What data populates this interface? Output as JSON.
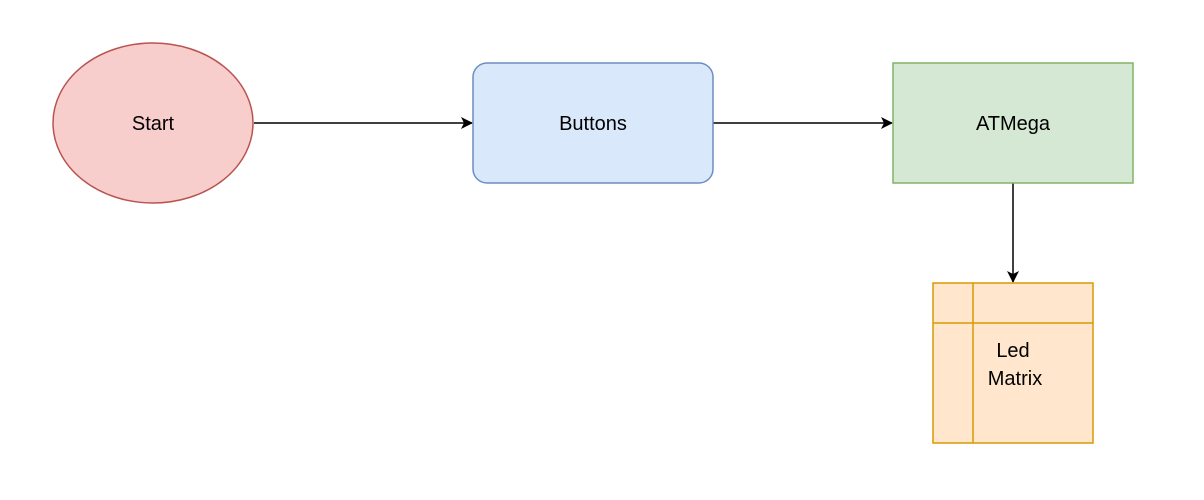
{
  "nodes": {
    "start": {
      "label": "Start",
      "fill": "#f8cecc",
      "stroke": "#b85450"
    },
    "buttons": {
      "label": "Buttons",
      "fill": "#dae8fc",
      "stroke": "#6c8ebf"
    },
    "atmega": {
      "label": "ATMega",
      "fill": "#d5e8d4",
      "stroke": "#82b366"
    },
    "led_matrix": {
      "label_lines": [
        "Led",
        "Matrix"
      ],
      "fill": "#ffe6cc",
      "stroke": "#d79b00"
    }
  },
  "edges": [
    {
      "from": "Start",
      "to": "Buttons"
    },
    {
      "from": "Buttons",
      "to": "ATMega"
    },
    {
      "from": "ATMega",
      "to": "Led Matrix"
    }
  ],
  "edge_color": "#000000"
}
